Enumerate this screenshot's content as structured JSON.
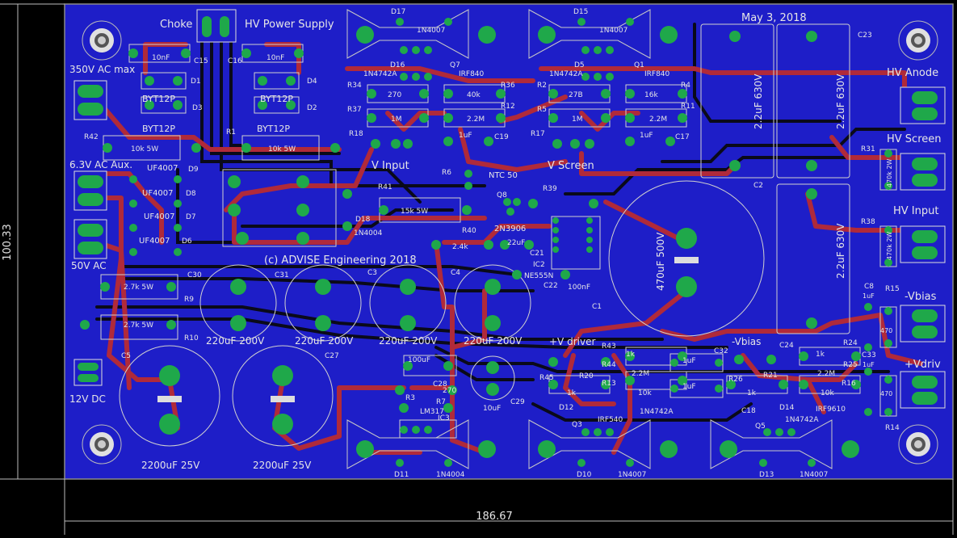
{
  "dimensions": {
    "width_label": "186.67",
    "height_label": "100.33"
  },
  "board": {
    "title_left": "Choke",
    "title_right": "HV Power Supply",
    "date": "May 3, 2018",
    "copyright": "(c) ADVISE Engineering 2018"
  },
  "connectors": [
    {
      "id": "conn-350v",
      "label": "350V AC max"
    },
    {
      "id": "conn-63v",
      "label": "6.3V AC Aux."
    },
    {
      "id": "conn-50v",
      "label": "50V AC"
    },
    {
      "id": "conn-12v",
      "label": "12V DC"
    },
    {
      "id": "conn-hv-anode",
      "label": "HV Anode"
    },
    {
      "id": "conn-hv-screen",
      "label": "HV Screen"
    },
    {
      "id": "conn-hv-input",
      "label": "HV Input"
    },
    {
      "id": "conn-vbias-neg",
      "label": "-Vbias"
    },
    {
      "id": "conn-vdriv",
      "label": "+Vdriv"
    }
  ],
  "section_labels": {
    "v_input": "V Input",
    "v_screen": "V Screen",
    "v_driver": "+V driver",
    "v_bias": "-Vbias"
  },
  "designators": [
    "D17",
    "D15",
    "D16",
    "Q7",
    "D5",
    "Q1",
    "D1",
    "D3",
    "D4",
    "D2",
    "C15",
    "C16",
    "C23",
    "R34",
    "R37",
    "R18",
    "R36",
    "R12",
    "C19",
    "R2",
    "R5",
    "R17",
    "R4",
    "R11",
    "C17",
    "R1",
    "R42",
    "D9",
    "D8",
    "D7",
    "D6",
    "R6",
    "Q8",
    "R39",
    "R41",
    "D18",
    "R40",
    "C21",
    "IC2",
    "C22",
    "C2",
    "C1",
    "R31",
    "R38",
    "C30",
    "C31",
    "C3",
    "C4",
    "R9",
    "R10",
    "C5",
    "C27",
    "C28",
    "R3",
    "R7",
    "IC3",
    "C29",
    "D11",
    "R45",
    "R43",
    "R44",
    "R20",
    "R13",
    "C32",
    "D12",
    "Q3",
    "D10",
    "R26",
    "R21",
    "C24",
    "R24",
    "R25",
    "R16",
    "C33",
    "C8",
    "R15",
    "R14",
    "C18",
    "Q5",
    "D14",
    "D13"
  ],
  "component_values": {
    "cap_10nf": "10nF",
    "byt12p": "BYT12P",
    "uf4007": "UF4007",
    "n4007": "1N4007",
    "n4742a": "1N4742A",
    "irf840": "IRF840",
    "irf540": "IRF540",
    "irf9610": "IRF9610",
    "r270": "270",
    "r40k": "40k",
    "r1m": "1M",
    "r22m": "2.2M",
    "r27b": "27B",
    "r16k": "16k",
    "c1uf": "1uF",
    "r10k5w": "10k 5W",
    "ntc50": "NTC 50",
    "r15k5w": "15k 5W",
    "n4004": "1N4004",
    "n3906": "2N3906",
    "c22uf": "22uF",
    "ne555n": "NE555N",
    "c100nf": "100nF",
    "c470uf": "470uF 500V",
    "c22uf630": "2.2uF 630V",
    "r470k2w": "470k 2W",
    "r27k5w": "2.7k 5W",
    "c220uf": "220uF 200V",
    "c2200uf": "2200uF 25V",
    "c100uf": "100uF",
    "lm317": "LM317",
    "c10uf": "10uF",
    "r1k": "1k",
    "r10k": "10k",
    "r24k": "2.4k",
    "r470": "470"
  }
}
